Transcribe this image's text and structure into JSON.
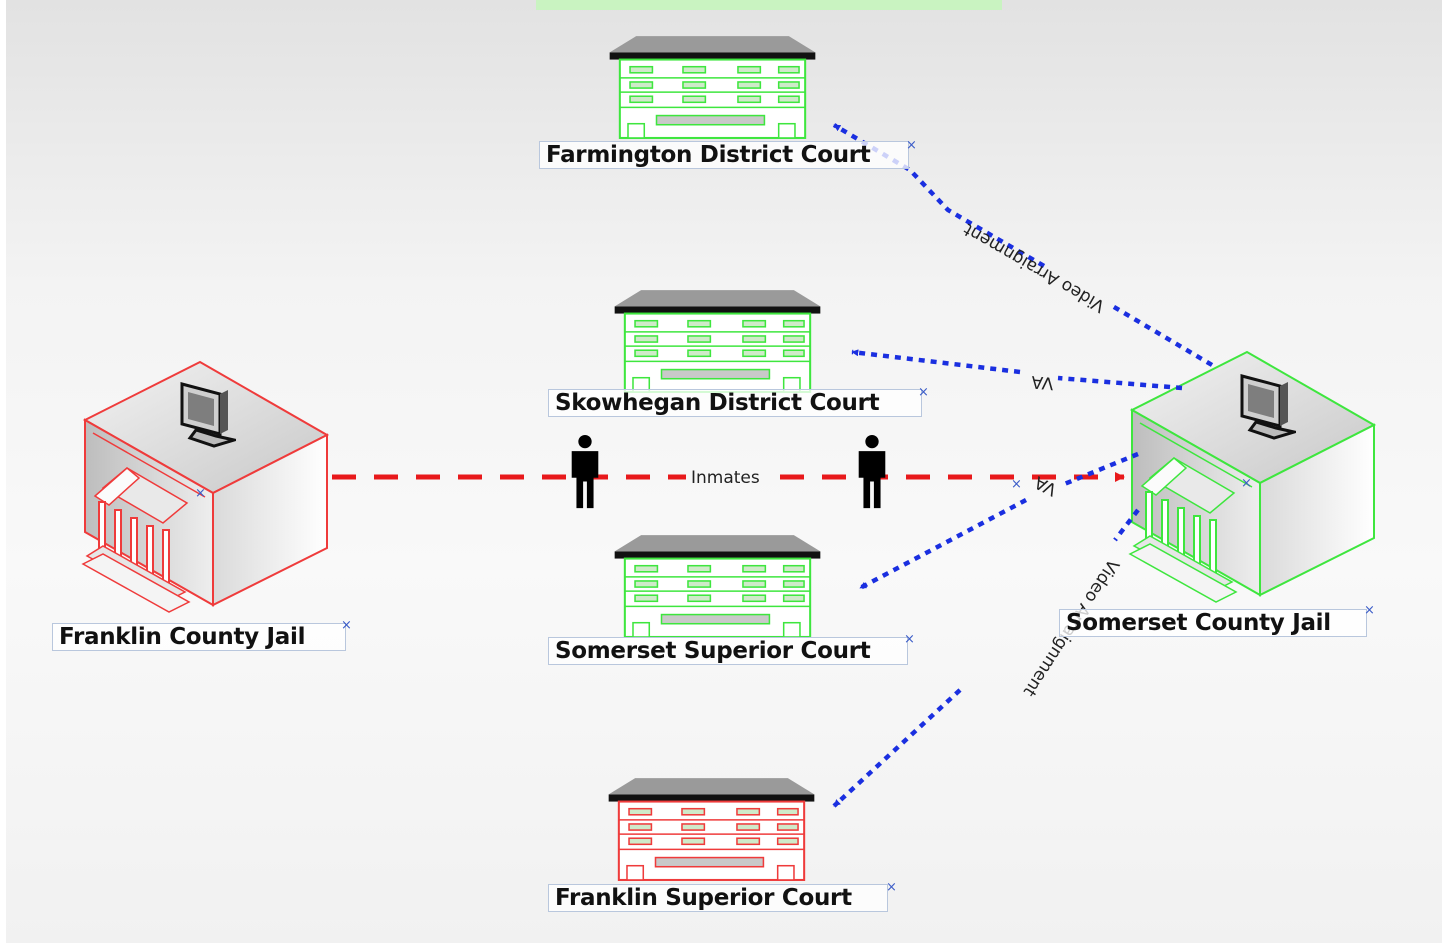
{
  "nodes": {
    "farmington": {
      "label": "Farmington District Court",
      "kind": "court",
      "color": "#3ee63e"
    },
    "skowhegan": {
      "label": "Skowhegan District Court",
      "kind": "court",
      "color": "#3ee63e"
    },
    "somerset_superior": {
      "label": "Somerset Superior Court",
      "kind": "court",
      "color": "#3ee63e"
    },
    "franklin_superior": {
      "label": "Franklin Superior Court",
      "kind": "court",
      "color": "#ef3b3b"
    },
    "franklin_jail": {
      "label": "Franklin County Jail",
      "kind": "jail",
      "color": "#ef3b3b"
    },
    "somerset_jail": {
      "label": "Somerset County Jail",
      "kind": "jail",
      "color": "#3ee63e"
    }
  },
  "connections": {
    "inmates": {
      "label": "Inmates",
      "color": "#e8191b",
      "style": "dashed"
    },
    "video_farmington": {
      "label": "Video Arraignment",
      "color": "#1a2fe0",
      "style": "dotted"
    },
    "va_skowhegan": {
      "label": "VA",
      "color": "#1a2fe0",
      "style": "dotted"
    },
    "va_somerset": {
      "label": "VA",
      "color": "#1a2fe0",
      "style": "dotted"
    },
    "video_franklin": {
      "label": "Video Arraignment",
      "color": "#1a2fe0",
      "style": "dotted"
    }
  },
  "label_close_glyph": "×",
  "icons": [
    "monitor-icon",
    "person-icon",
    "courthouse-icon",
    "jail-icon"
  ]
}
